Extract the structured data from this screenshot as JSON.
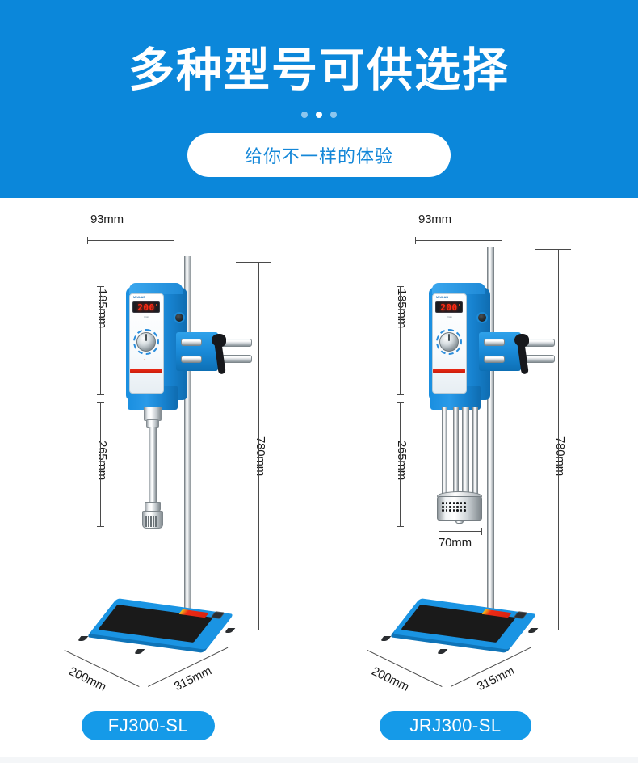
{
  "banner": {
    "title": "多种型号可供选择",
    "subtitle_button": "给你不一样的体验",
    "bg_color": "#0b87da",
    "title_color": "#ffffff",
    "pill_bg": "#ffffff",
    "pill_text_color": "#1487d8",
    "dots": [
      "inactive",
      "active",
      "inactive"
    ]
  },
  "products": [
    {
      "model": "FJ300-SL",
      "display_value": "200",
      "dimensions": {
        "width_top": "93mm",
        "head_height": "185mm",
        "shaft_length": "265mm",
        "stand_height": "780mm",
        "base_depth": "200mm",
        "base_width": "315mm"
      }
    },
    {
      "model": "JRJ300-SL",
      "display_value": "200",
      "dimensions": {
        "width_top": "93mm",
        "head_height": "185mm",
        "shaft_length": "265mm",
        "stand_height": "780mm",
        "base_depth": "200mm",
        "base_width": "315mm",
        "head_diameter": "70mm"
      }
    }
  ],
  "accent_color": "#159ae8"
}
